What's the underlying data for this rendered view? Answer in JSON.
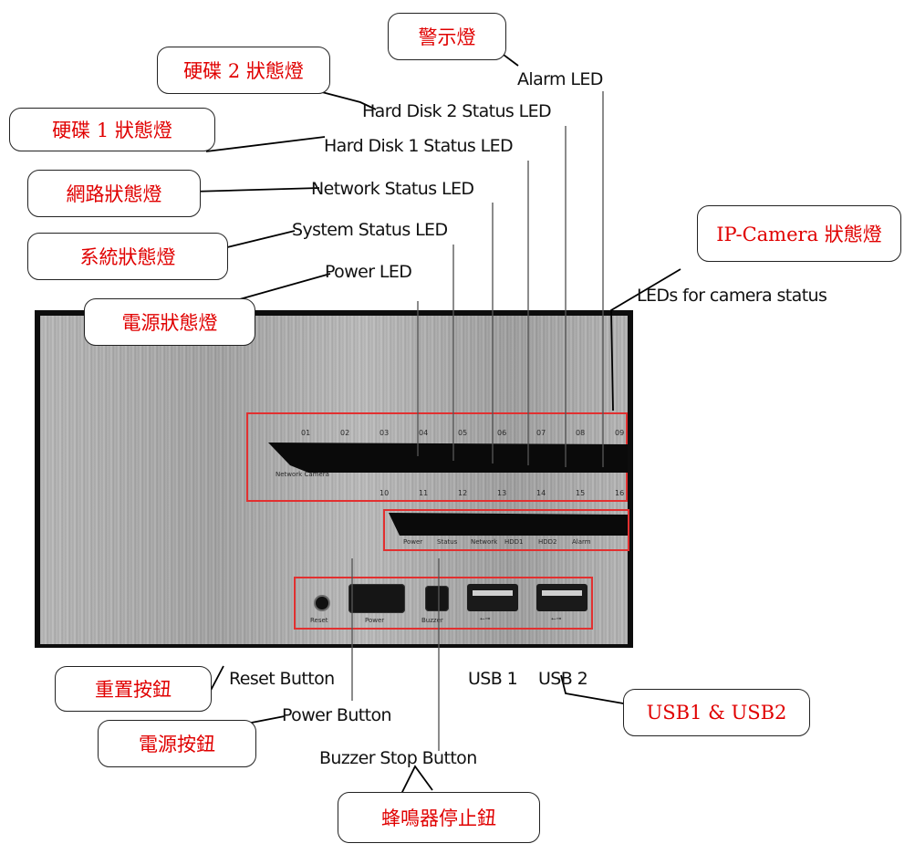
{
  "labels": {
    "alarm_led": "Alarm LED",
    "hdd2_led": "Hard Disk 2 Status LED",
    "hdd1_led": "Hard Disk 1 Status LED",
    "network_led": "Network Status LED",
    "system_led": "System Status LED",
    "power_led": "Power LED",
    "camera_leds": "LEDs for camera status",
    "reset_button": "Reset Button",
    "power_button": "Power Button",
    "buzzer_button": "Buzzer Stop Button",
    "usb1": "USB 1",
    "usb2": "USB 2"
  },
  "callouts": {
    "alarm": "警示燈",
    "hdd2": "硬碟 2 狀態燈",
    "hdd1": "硬碟 1 狀態燈",
    "network": "網路狀態燈",
    "system": "系統狀態燈",
    "power": "電源狀態燈",
    "camera": "IP-Camera 狀態燈",
    "reset": "重置按鈕",
    "power_btn": "電源按鈕",
    "buzzer": "蜂鳴器停止鈕",
    "usb": "USB1 & USB2"
  },
  "panel": {
    "camera_numbers_top": [
      "01",
      "02",
      "03",
      "04",
      "05",
      "06",
      "07",
      "08",
      "09"
    ],
    "camera_numbers_bottom": [
      "10",
      "11",
      "12",
      "13",
      "14",
      "15",
      "16"
    ],
    "network_camera_label": "Network Camera",
    "status_labels": [
      "Power",
      "Status",
      "Network",
      "HDD1",
      "HDD2",
      "Alarm"
    ],
    "button_labels": {
      "reset": "Reset",
      "power": "Power",
      "buzzer": "Buzzer",
      "usb_symbol": "⭠⊸"
    }
  },
  "colors": {
    "callout_text": "#e00000",
    "highlight_box": "#e23030",
    "panel_frame": "#0d0d0d"
  }
}
